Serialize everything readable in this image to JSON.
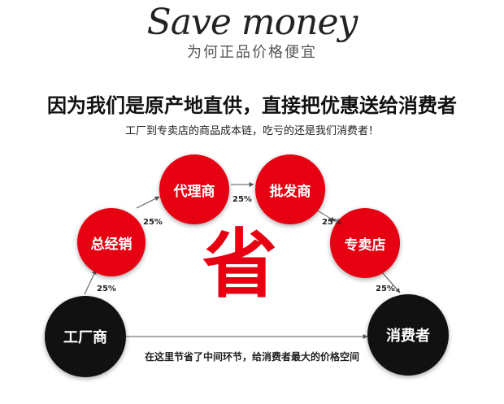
{
  "brand": {
    "script": "Save money",
    "subtitle": "为何正品价格便宜"
  },
  "headline": "因为我们是原产地直供，直接把优惠送给消费者",
  "subline": "工厂到专卖店的商品成本链，吃亏的还是我们消费者！",
  "chain": {
    "factory": "工厂商",
    "distributor": "总经销",
    "agent": "代理商",
    "wholesaler": "批发商",
    "store": "专卖店",
    "consumer": "消费者"
  },
  "markups": [
    "25%",
    "25%",
    "25%",
    "25%",
    "25%"
  ],
  "center_char": "省",
  "savings_note": "在这里节省了中间环节，给消费者最大的价格空间",
  "colors": {
    "accent": "#e60012",
    "dark": "#111111"
  }
}
